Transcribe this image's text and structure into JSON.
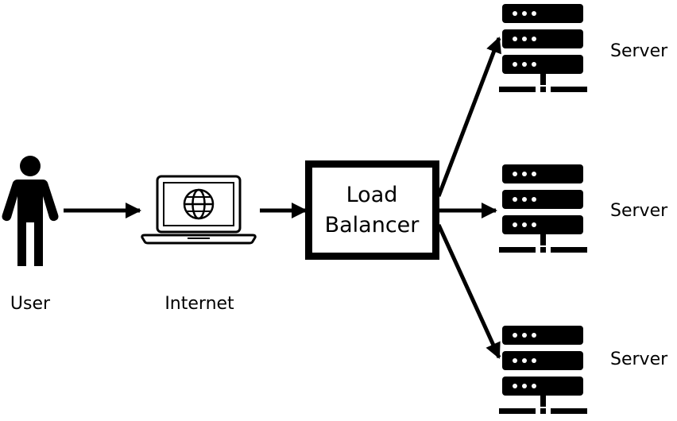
{
  "colors": {
    "foreground": "#000000",
    "background": "#ffffff"
  },
  "user": {
    "label": "User",
    "icon": "person-icon"
  },
  "internet": {
    "label": "Internet",
    "icon": "laptop-globe-icon"
  },
  "load_balancer": {
    "line1": "Load",
    "line2": "Balancer"
  },
  "servers": [
    {
      "label": "Server",
      "icon": "server-rack-icon"
    },
    {
      "label": "Server",
      "icon": "server-rack-icon"
    },
    {
      "label": "Server",
      "icon": "server-rack-icon"
    }
  ]
}
